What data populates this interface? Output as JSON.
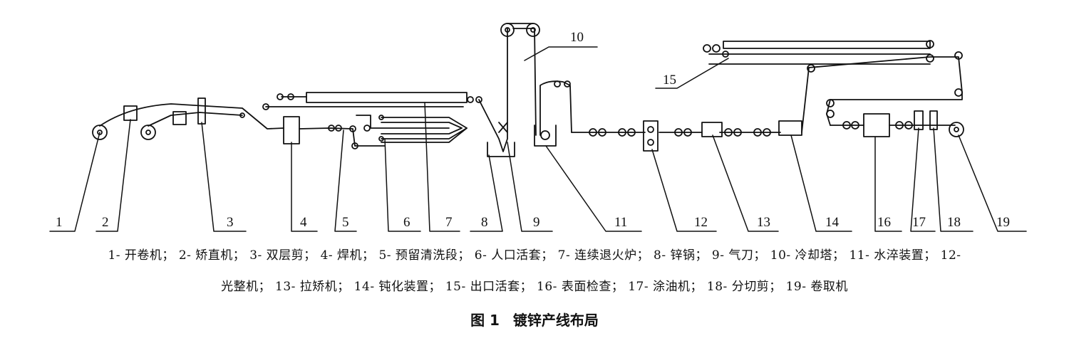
{
  "callouts": [
    "1",
    "2",
    "3",
    "4",
    "5",
    "6",
    "7",
    "8",
    "9",
    "10",
    "11",
    "12",
    "13",
    "14",
    "15",
    "16",
    "17",
    "18",
    "19"
  ],
  "legend": {
    "line1": "1- 开卷机； 2- 矫直机； 3- 双层剪； 4- 焊机； 5- 预留清洗段； 6- 人口活套； 7- 连续退火炉； 8- 锌锅； 9- 气刀； 10- 冷却塔； 11- 水淬装置； 12-",
    "line2": "光整机； 13- 拉矫机； 14- 钝化装置； 15- 出口活套； 16- 表面检查； 17- 涂油机； 18- 分切剪； 19- 卷取机"
  },
  "caption": {
    "figure_number": "图 1",
    "title": "镀锌产线布局"
  }
}
